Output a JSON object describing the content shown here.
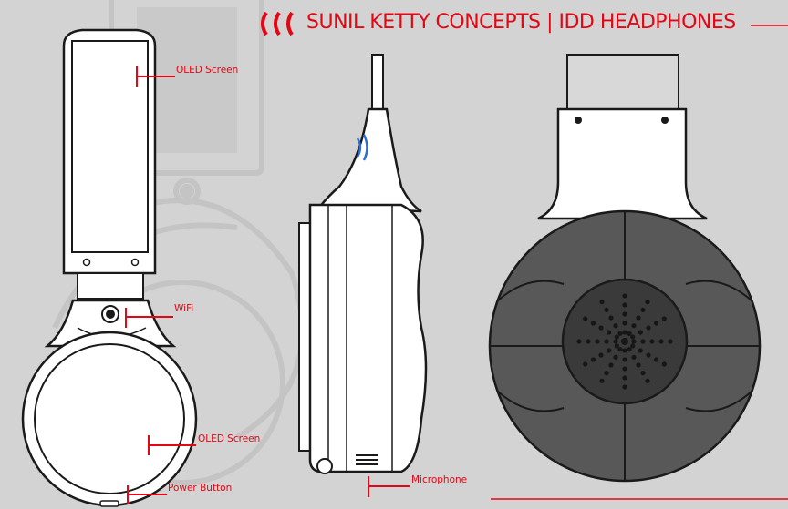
{
  "title": "SUNIL KETTY CONCEPTS | IDD HEADPHONES",
  "labels": {
    "oled_top": "OLED Screen",
    "wifi": "WiFi",
    "oled_bottom": "OLED Screen",
    "power": "Power Button",
    "microphone": "Microphone"
  },
  "colors": {
    "accent": "#e30613",
    "background": "#d3d3d3",
    "outline": "#1a1a1a",
    "body": "#ffffff",
    "cushion": "#555555"
  }
}
